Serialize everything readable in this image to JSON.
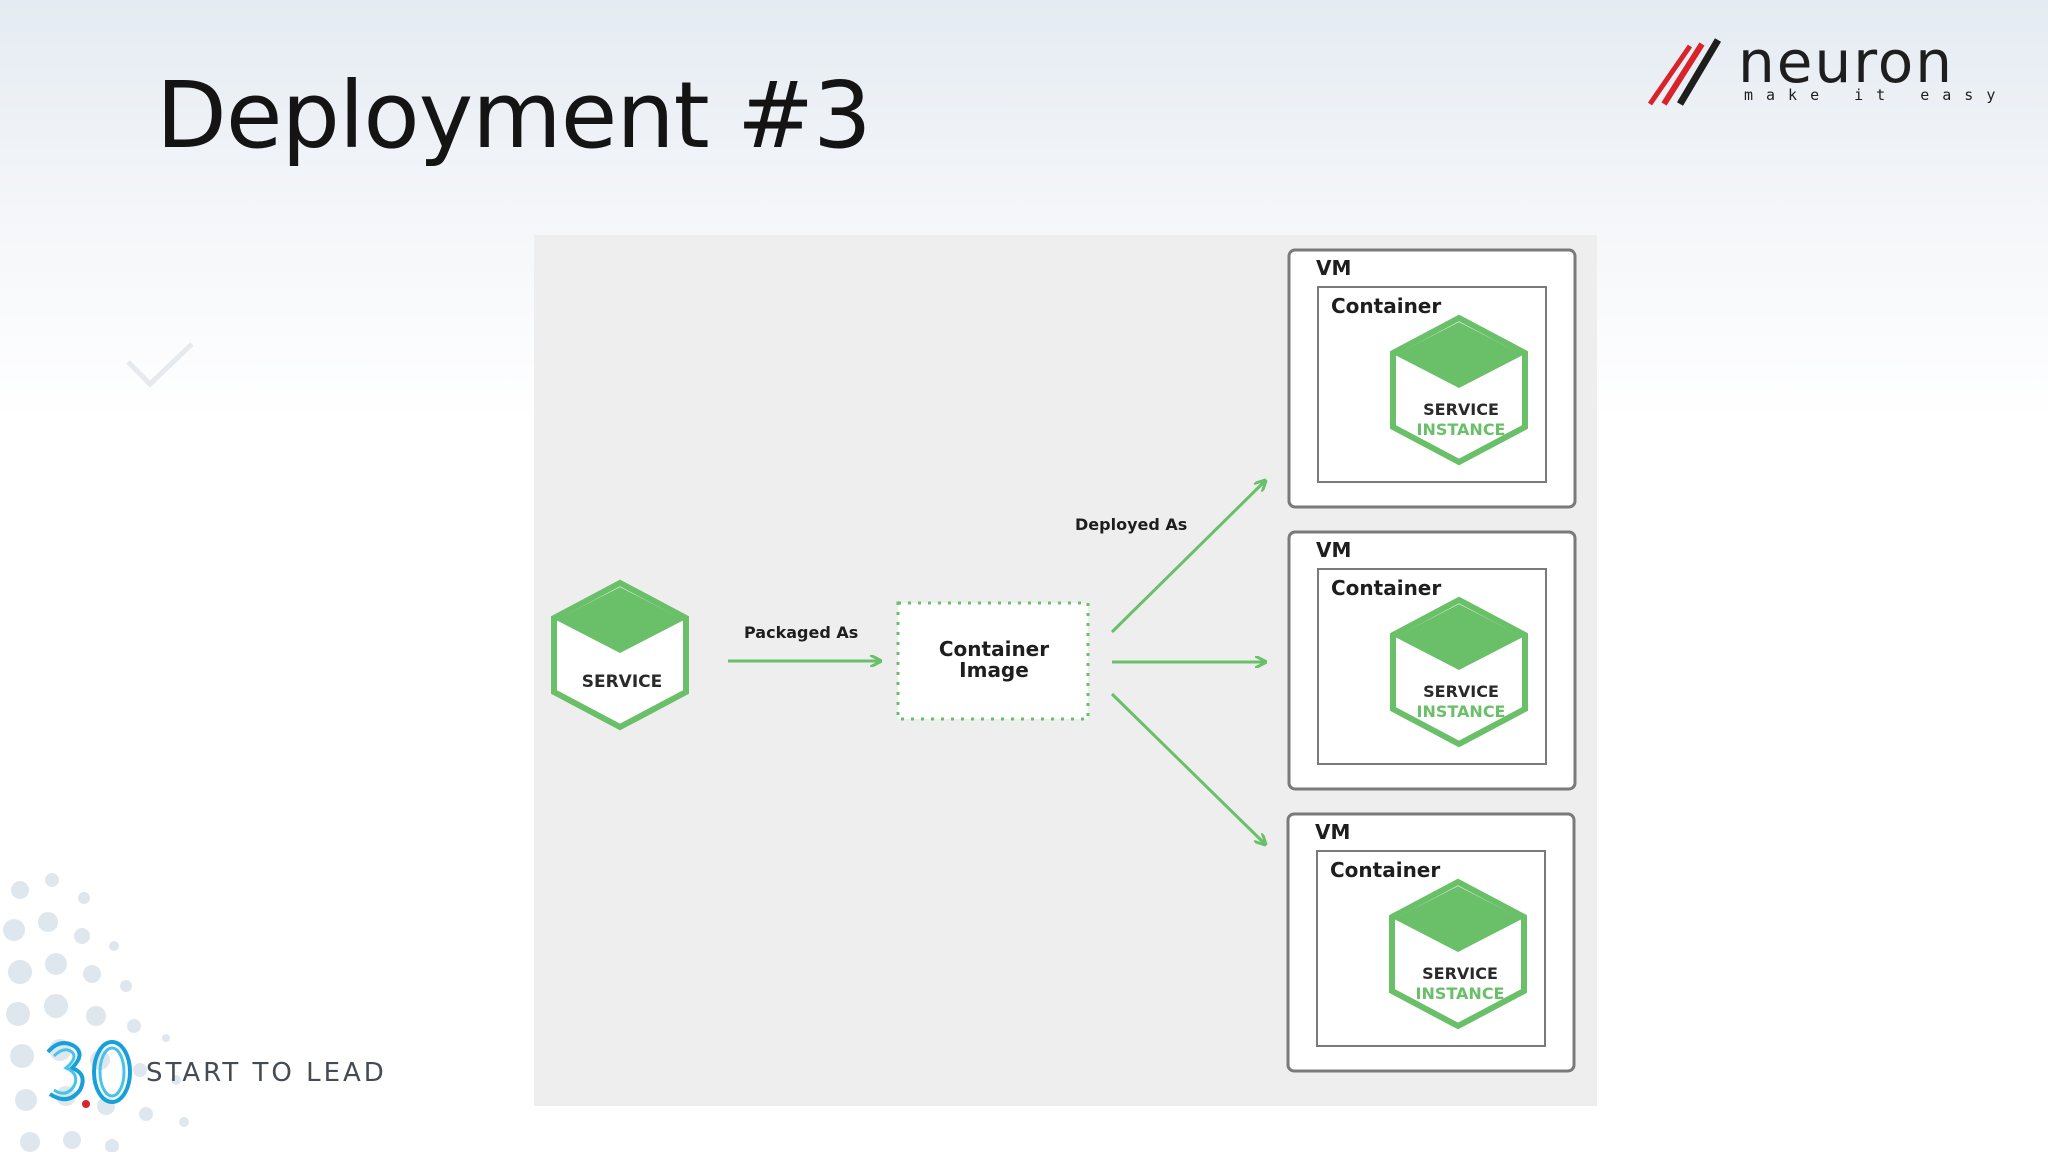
{
  "slide": {
    "title": "Deployment #3",
    "footer_text": "START TO LEAD",
    "footer_logo_text": "3.0"
  },
  "brand": {
    "name": "neuron",
    "tagline": "make it easy",
    "accent_red": "#d8232a",
    "accent_green": "#6abf69"
  },
  "diagram": {
    "service_label": "SERVICE",
    "packaged_label": "Packaged As",
    "image_line1": "Container",
    "image_line2": "Image",
    "deployed_label": "Deployed As",
    "vms": [
      {
        "vm_label": "VM",
        "container_label": "Container",
        "service_line1": "SERVICE",
        "service_line2": "INSTANCE"
      },
      {
        "vm_label": "VM",
        "container_label": "Container",
        "service_line1": "SERVICE",
        "service_line2": "INSTANCE"
      },
      {
        "vm_label": "VM",
        "container_label": "Container",
        "service_line1": "SERVICE",
        "service_line2": "INSTANCE"
      }
    ]
  }
}
